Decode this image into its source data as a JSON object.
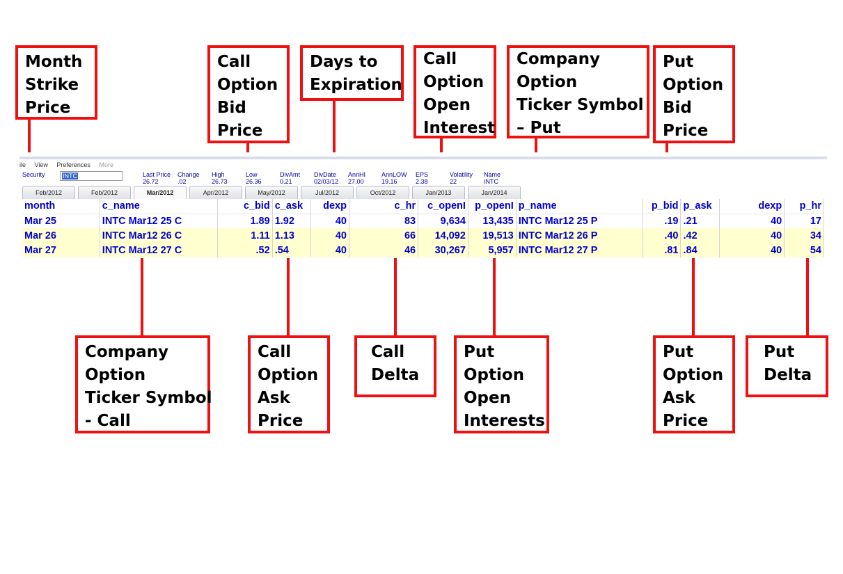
{
  "annotations": {
    "month_strike": [
      "Month",
      "Strike",
      "Price"
    ],
    "call_bid": [
      "Call",
      "Option",
      "Bid",
      "Price"
    ],
    "days_exp": [
      "Days to",
      "Expiration"
    ],
    "call_open_interest": [
      "Call",
      "Option",
      "Open",
      "Interest"
    ],
    "put_ticker": [
      "Company",
      "Option",
      "Ticker Symbol",
      "–  Put"
    ],
    "put_bid": [
      "Put",
      "Option",
      "Bid",
      "Price"
    ],
    "call_ticker": [
      "Company",
      "Option",
      "Ticker Symbol",
      "- Call"
    ],
    "call_ask": [
      "Call",
      "Option",
      "Ask",
      "Price"
    ],
    "call_delta": [
      "Call",
      "Delta"
    ],
    "put_open_interest": [
      "Put",
      "Option",
      "Open",
      "Interests"
    ],
    "put_ask": [
      "Put",
      "Option",
      "Ask",
      "Price"
    ],
    "put_delta": [
      "Put",
      "Delta"
    ]
  },
  "app": {
    "menu": [
      "ile",
      "View",
      "Preferences",
      "More"
    ],
    "security_label": "Security",
    "security_value": "INTC",
    "stats": [
      {
        "label": "Last Price",
        "value": "26.72"
      },
      {
        "label": "Change",
        "value": ".02"
      },
      {
        "label": "High",
        "value": "26.73"
      },
      {
        "label": "Low",
        "value": "26.36"
      },
      {
        "label": "DivAmt",
        "value": "0.21"
      },
      {
        "label": "DivDate",
        "value": "02/03/12"
      },
      {
        "label": "AnnHI",
        "value": "27.00"
      },
      {
        "label": "AnnLOW",
        "value": "19.16"
      },
      {
        "label": "EPS",
        "value": "2.38"
      },
      {
        "label": "Volatility",
        "value": "22"
      },
      {
        "label": "Name",
        "value": "INTC"
      }
    ],
    "tabs": [
      "Feb/2012",
      "Feb/2012",
      "Mar/2012",
      "Apr/2012",
      "May/2012",
      "Jul/2012",
      "Oct/2012",
      "Jan/2013",
      "Jan/2014"
    ],
    "active_tab": 2,
    "columns": [
      "month",
      "c_name",
      "c_bid",
      "c_ask",
      "dexp",
      "c_hr",
      "c_openI",
      "p_openI",
      "p_name",
      "p_bid",
      "p_ask",
      "dexp",
      "p_hr"
    ],
    "rows": [
      [
        "Mar 25",
        "INTC Mar12 25 C",
        "1.89",
        "1.92",
        "40",
        "83",
        "9,634",
        "13,435",
        "INTC Mar12 25 P",
        ".19",
        ".21",
        "40",
        "17"
      ],
      [
        "Mar 26",
        "INTC Mar12 26 C",
        "1.11",
        "1.13",
        "40",
        "66",
        "14,092",
        "19,513",
        "INTC Mar12 26 P",
        ".40",
        ".42",
        "40",
        "34"
      ],
      [
        "Mar 27",
        "INTC Mar12 27 C",
        ".52",
        ".54",
        "40",
        "46",
        "30,267",
        "5,957",
        "INTC Mar12 27 P",
        ".81",
        ".84",
        "40",
        "54"
      ]
    ],
    "colors": {
      "text": "#0000cc",
      "highlight_row": "#ffffd0",
      "callout_border": "#ee1111"
    }
  }
}
